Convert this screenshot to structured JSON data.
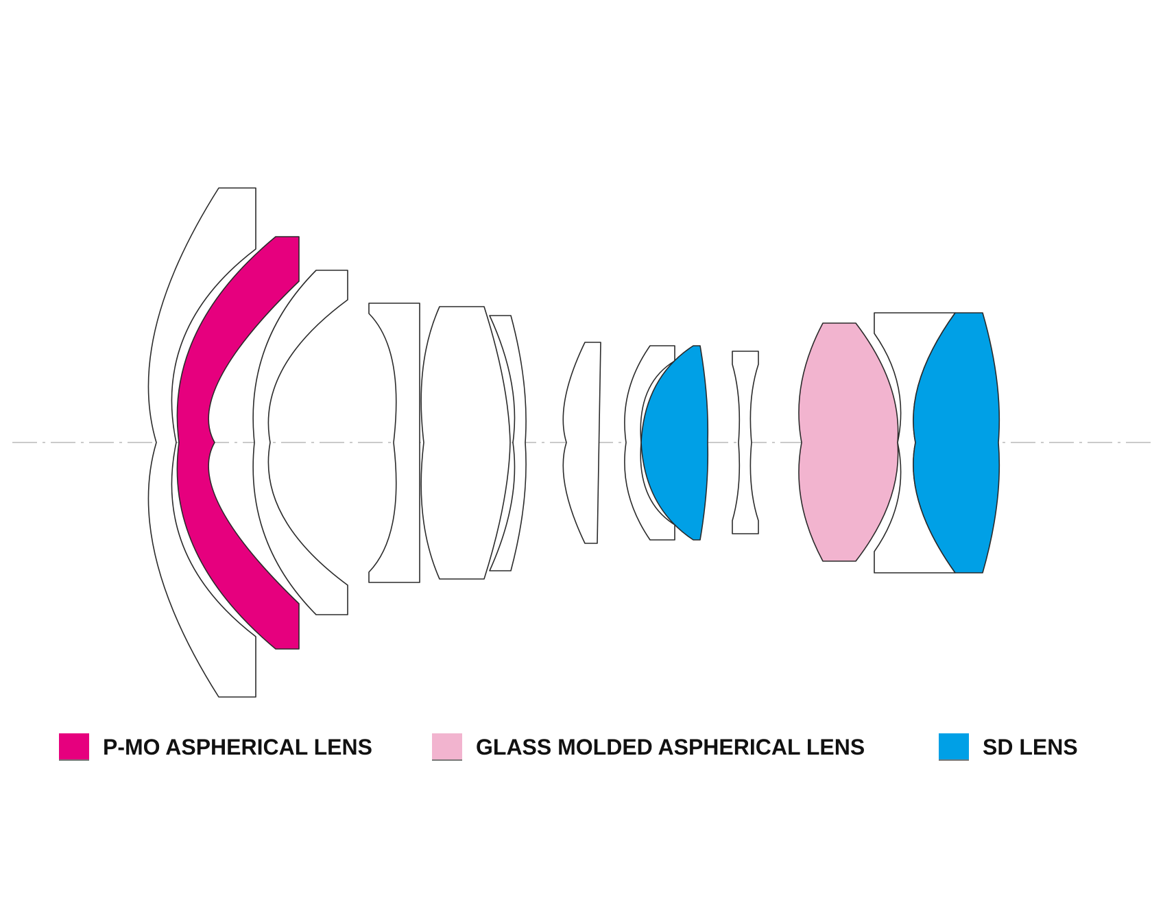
{
  "colors": {
    "background": "#ffffff",
    "outline": "#2a2a2a",
    "axis": "#b8b8b8",
    "pmo_aspherical": "#e6007e",
    "glass_molded_aspherical": "#f2b4cf",
    "sd_lens": "#00a0e6",
    "plain_element": "#ffffff"
  },
  "elements": [
    {
      "type": "plain"
    },
    {
      "type": "pmo_aspherical"
    },
    {
      "type": "plain"
    },
    {
      "type": "plain"
    },
    {
      "type": "plain"
    },
    {
      "type": "plain"
    },
    {
      "type": "plain"
    },
    {
      "type": "plain"
    },
    {
      "type": "sd_lens"
    },
    {
      "type": "plain"
    },
    {
      "type": "glass_molded_aspherical"
    },
    {
      "type": "plain"
    },
    {
      "type": "sd_lens"
    }
  ],
  "legend": {
    "items": [
      {
        "key": "pmo_aspherical",
        "label": "P-MO ASPHERICAL LENS"
      },
      {
        "key": "glass_molded_aspherical",
        "label": "GLASS MOLDED ASPHERICAL LENS"
      },
      {
        "key": "sd_lens",
        "label": "SD LENS"
      }
    ]
  }
}
